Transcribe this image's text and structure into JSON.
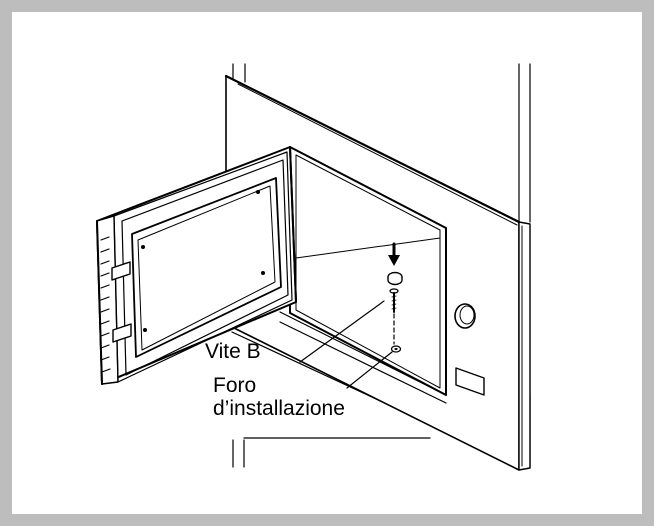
{
  "diagram": {
    "labels": {
      "screw": "Vite B",
      "hole_line1": "Foro",
      "hole_line2": "d’installazione"
    },
    "colors": {
      "frame": "#bdbdbd",
      "background": "#ffffff",
      "line": "#000000",
      "fill": "#ffffff"
    }
  }
}
